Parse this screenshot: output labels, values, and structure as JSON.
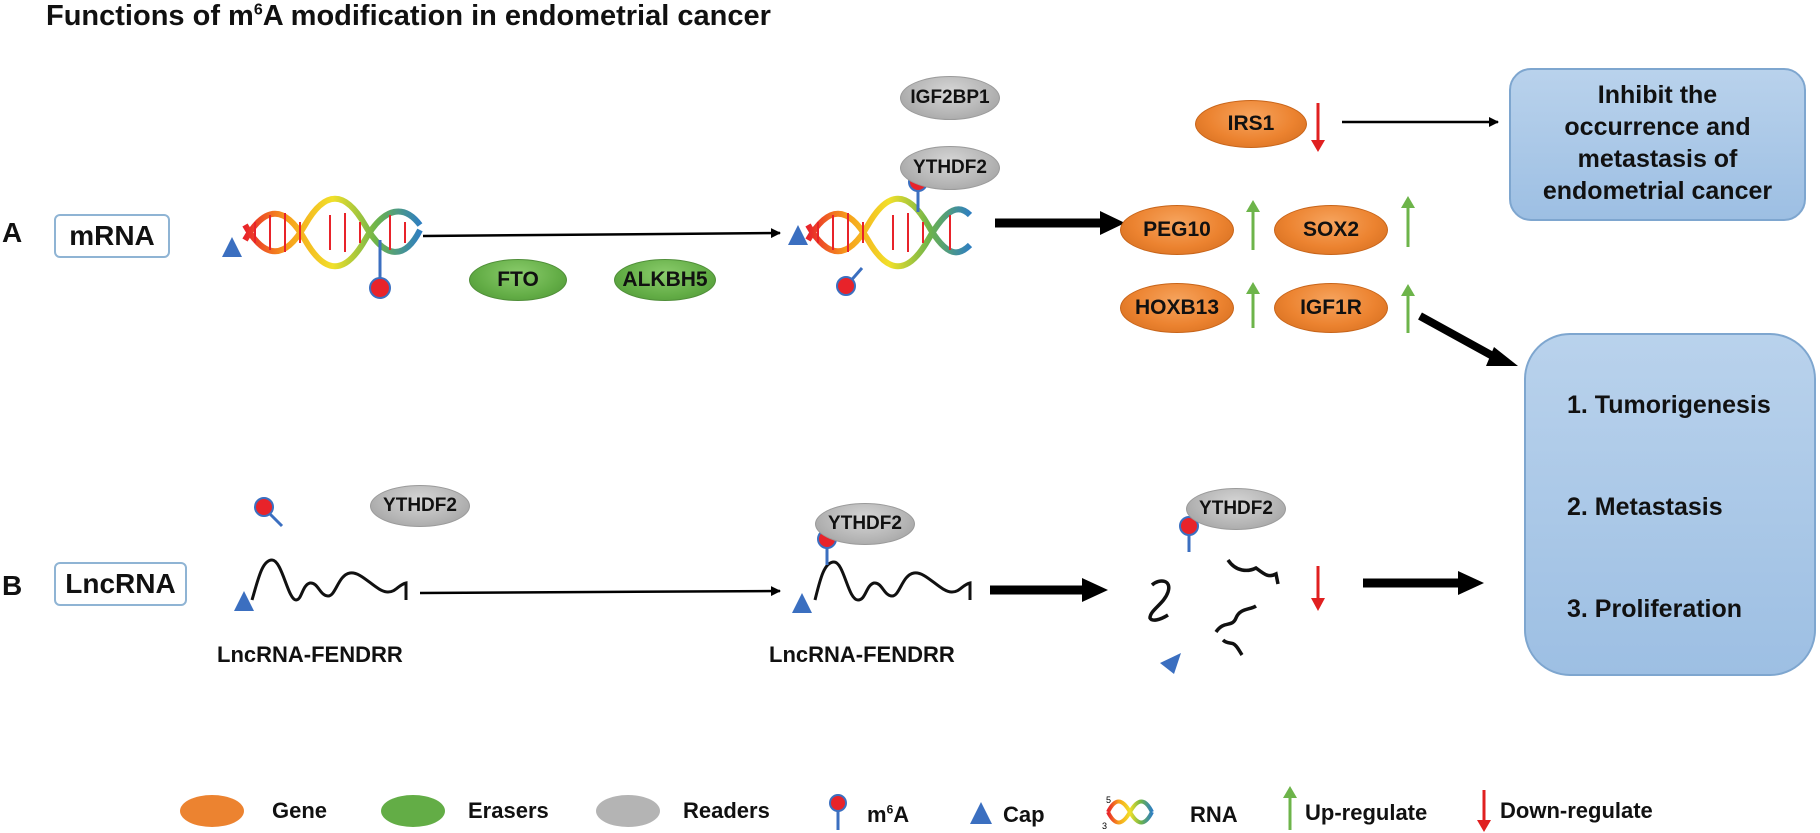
{
  "title": {
    "prefix": "Functions of m",
    "sup": "6",
    "suffix": "A modification in endometrial cancer"
  },
  "rows": {
    "a": {
      "label": "A",
      "tag": "mRNA"
    },
    "b": {
      "label": "B",
      "tag": "LncRNA"
    }
  },
  "erasers": [
    "FTO",
    "ALKBH5"
  ],
  "readers": {
    "igf2bp1": "IGF2BP1",
    "ythdf2": "YTHDF2"
  },
  "genes": {
    "irs1": "IRS1",
    "peg10": "PEG10",
    "sox2": "SOX2",
    "hoxb13": "HOXB13",
    "igf1r": "IGF1R"
  },
  "lncrna_name": "LncRNA-FENDRR",
  "outcome_top": [
    "Inhibit the",
    "occurrence and",
    "metastasis of",
    "endometrial cancer"
  ],
  "outcome_bottom": [
    "1. Tumorigenesis",
    "2. Metastasis",
    "3. Proliferation"
  ],
  "legend": {
    "gene": "Gene",
    "erasers": "Erasers",
    "readers": "Readers",
    "m6a_prefix": "m",
    "m6a_sup": "6",
    "m6a_suffix": "A",
    "cap": "Cap",
    "rna": "RNA",
    "up": "Up-regulate",
    "down": "Down-regulate"
  },
  "colors": {
    "gene": "#ec8330",
    "eraser": "#63ad46",
    "reader": "#b4b4b4",
    "m6a": "#e8232a",
    "cap": "#3b6fc0",
    "up_arrow": "#6db44a",
    "down_arrow": "#e02020",
    "outcome_box": "#a9c8e8"
  }
}
